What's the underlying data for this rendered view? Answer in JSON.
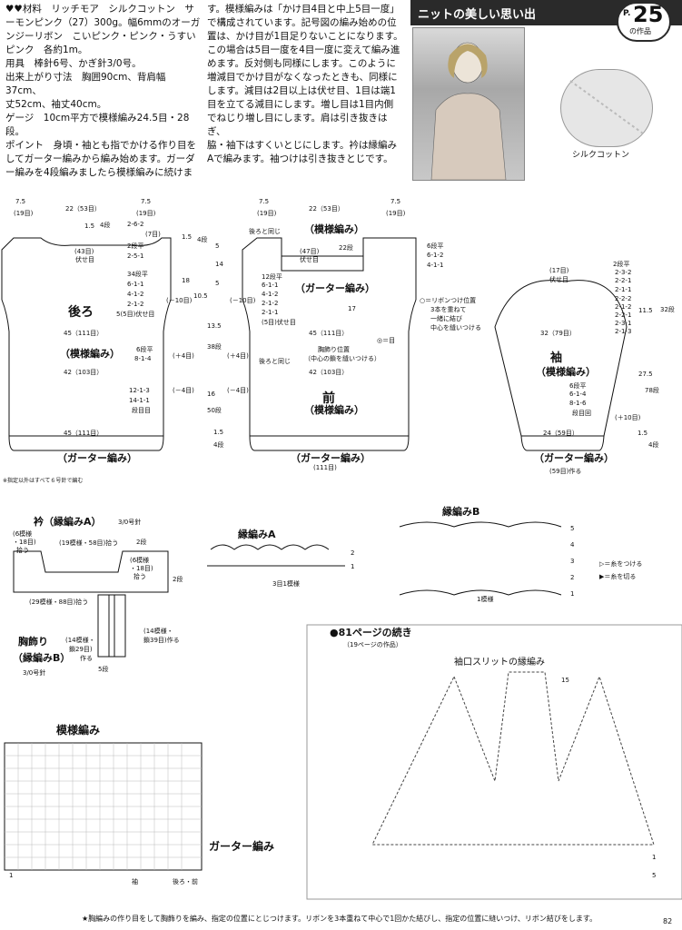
{
  "header": {
    "title": "ニットの美しい思い出",
    "badge_p": "P.",
    "badge_num": "25",
    "badge_suffix": "の作品"
  },
  "swatch_label": "シルクコットン",
  "intro": {
    "col1": [
      "♥♥材料　リッチモア　シルクコットン　サ",
      "ーモンピンク（27）300g。幅6mmのオーガ",
      "ンジーリボン　こいピンク・ピンク・うすい",
      "ピンク　各約1m。",
      "用具　棒針6号、かぎ針3/0号。",
      "出来上がり寸法　胸囲90cm、背肩幅37cm、",
      "丈52cm、袖丈40cm。",
      "ゲージ　10cm平方で模様編み24.5目・28段。",
      "ポイント　身頃・袖とも指でかける作り目を",
      "してガーター編みから編み始めます。ガーダ",
      "ー編みを4段編みましたら模様編みに続けま"
    ],
    "col2": [
      "す。模様編みは「かけ目4目と中上5目一度」",
      "で構成されています。記号図の編み始めの位",
      "置は、かけ目が1目足りないことになります。",
      "この場合は5目一度を4目一度に変えて編み進",
      "めます。反対側も同様にします。このように",
      "増減目でかけ目がなくなったときも、同様に",
      "します。減目は2目以上は伏せ目、1目は端1",
      "目を立てる減目にします。増し目は1目内側",
      "でねじり増し目にします。肩は引き抜きはぎ、",
      "脇・袖下はすくいとじにします。衿は縁編み",
      "Aで編みます。袖つけは引き抜きとじです。"
    ]
  },
  "back": {
    "title": "後ろ",
    "pattern": "（模様編み）",
    "garter": "（ガーター編み）",
    "dims": [
      "7.5",
      "(19目)",
      "22（53目）",
      "7.5",
      "(19目)",
      "1.5",
      "4段",
      "2-6-2",
      "(7目)",
      "(43目)",
      "伏せ目",
      "2段平",
      "2-5-1",
      "34段平",
      "6-1-1",
      "4-1-2",
      "2-1-2",
      "2-1-2",
      "5(5目)伏せ目",
      "45（111目）",
      "6段平",
      "8-1-4",
      "42（103目）",
      "12-1-3",
      "14-1-1",
      "段目目",
      "45（111目）",
      "(－10目)",
      "(＋4目)",
      "(－4目)"
    ]
  },
  "front": {
    "title": "前",
    "pattern": "（模様編み）",
    "garter": "（ガーター編み）",
    "garter_top": "（ガーター編み）",
    "same_as_back_1": "後ろと同じ",
    "same_as_back_2": "後ろと同じ",
    "pattern_top": "（模様編み）",
    "ribbon_note_1": "○＝リボンつけ位置",
    "ribbon_note_2": "3本を重ねて",
    "ribbon_note_3": "一緒に結び",
    "ribbon_note_4": "中心を縫いつける",
    "chest_note_1": "胸飾り位置",
    "chest_note_2": "（中心の鎖を縫いつける）",
    "chest_mark": "◎＝目",
    "dims": [
      "7.5",
      "(19目)",
      "22（53目）",
      "7.5",
      "(19目)",
      "(47目)",
      "伏せ目",
      "22段",
      "6段平",
      "6-1-2",
      "4-1-1",
      "12段平",
      "6-1-1",
      "4-1-2",
      "2-1-2",
      "2-1-1",
      "(5目)伏せ目",
      "45（111目）",
      "42（103目）",
      "(111目)",
      "1.5",
      "4段",
      "5",
      "14",
      "5",
      "10.5",
      "18",
      "13.5",
      "38段",
      "16",
      "50段",
      "4段",
      "1.5",
      "(－10目)",
      "(＋4目)",
      "(－4目)",
      "17"
    ]
  },
  "sleeve": {
    "title": "袖",
    "pattern": "（模様編み）",
    "garter": "（ガーター編み）",
    "dims": [
      "(17目)",
      "伏せ目",
      "2段平",
      "2-3-2",
      "2-2-1",
      "2-1-1",
      "2-2-2",
      "2-1-2",
      "2-2-1",
      "2-3-1",
      "2-1-3",
      "11.5",
      "32段",
      "32（79目）",
      "6段平",
      "6-1-4",
      "8-1-6",
      "段目回",
      "27.5",
      "78段",
      "(＋10目)",
      "24（59目）",
      "1.5",
      "4段",
      "(59目)作る"
    ]
  },
  "note_needle": "※指定以外はすべて６号針で編む",
  "collar": {
    "title": "衿（縁編みA）",
    "needle": "3/0号針",
    "labels": [
      "(6模様",
      "・18目)",
      "拾う",
      "(19模様・58目)拾う",
      "2段",
      "(6模様",
      "・18目)",
      "拾う",
      "2段",
      "(29模様・88目)拾う"
    ]
  },
  "chest": {
    "title": "胸飾り",
    "sub": "（縁編みB）",
    "needle": "3/0号針",
    "labels": [
      "(14模様・",
      "鎖29目)",
      "作る",
      "5段",
      "(14模様・",
      "鎖39目)作る"
    ]
  },
  "edge_a": {
    "title": "縁編みA",
    "repeat": "3目1模様",
    "marks": [
      "2",
      "1"
    ]
  },
  "edge_b": {
    "title": "縁編みB",
    "repeat": "1模様",
    "marks": [
      "5",
      "4",
      "3",
      "2",
      "1"
    ]
  },
  "legend": {
    "attach": "▷＝糸をつける",
    "cut": "▶＝糸を切る"
  },
  "continued": {
    "title": "●81ページの続き",
    "sub": "（19ページの作品）",
    "diagram": "袖口スリットの縁編み",
    "marks": [
      "15",
      "1",
      "5"
    ]
  },
  "chart": {
    "title": "模様編み",
    "garter": "ガーター編み",
    "sleeve": "袖",
    "body": "後ろ・前",
    "mark_num": "1"
  },
  "footer": "★胸編みの作り目をして胸飾りを編み、指定の位置にとじつけます。リボンを3本重ねて中心で1回かた結びし、指定の位置に縫いつけ、リボン結びをします。",
  "page_number": "82"
}
